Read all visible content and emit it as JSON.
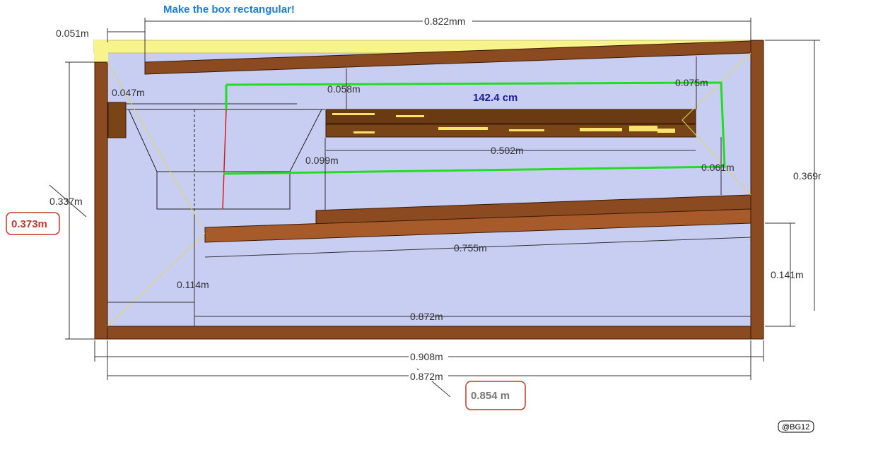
{
  "note": "Make the box rectangular!",
  "dimensions": {
    "top_offset": "0.051m",
    "top_width": "0.822mm",
    "driver_depth": "0.047m",
    "gap_top_left": "0.058m",
    "gap_top_right": "0.075m",
    "inner_length": "0.502m",
    "port_gap": "0.099m",
    "right_gap": "0.061m",
    "right_height": "0.369r",
    "left_height": "0.337m",
    "left_height_corrected": "0.373m",
    "lower_panel": "0.755m",
    "bottom_gap": "0.114m",
    "right_lower": "0.141m",
    "inner_bottom": "0.872m",
    "outer_width": "0.908m",
    "inner_width": "0.872m",
    "inner_width_corrected": "0.854 m"
  },
  "path_length": "142.4 cm",
  "badge": "@BG12",
  "colors": {
    "interior": "#c8cdf2",
    "wood": "#8b4a1f",
    "highlight": "#f7f48c",
    "green_path": "#22dd22",
    "note_blue": "#1a7fd6",
    "error_red": "#c0392b"
  }
}
